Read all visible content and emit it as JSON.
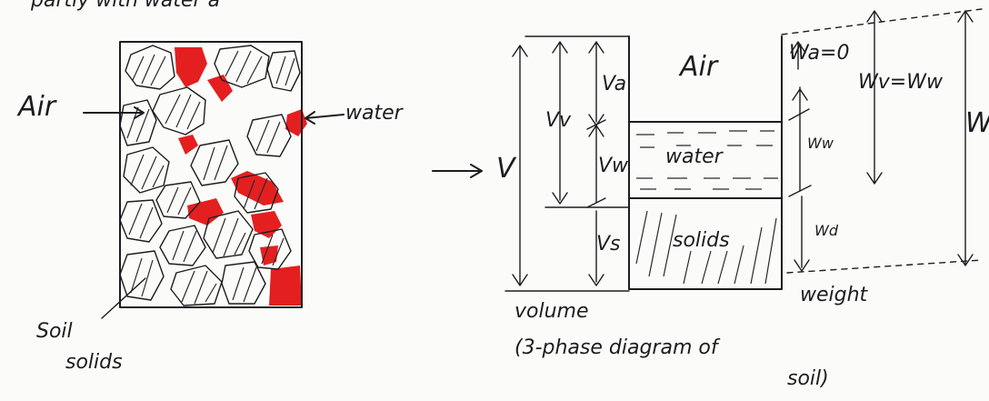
{
  "header_fragment": "partly with water a",
  "soil_figure": {
    "air_label": "Air",
    "water_label": "water",
    "solids_label_line1": "Soil",
    "solids_label_line2": "solids"
  },
  "phase_diagram": {
    "total_volume_symbol": "V",
    "void_volume_symbol": "Vv",
    "air_volume_symbol": "Va",
    "water_volume_symbol": "Vw",
    "solids_volume_symbol": "Vs",
    "air_phase": "Air",
    "water_phase": "water",
    "solids_phase": "solids",
    "air_weight": "Wa=0",
    "void_weight": "Wv=Ww",
    "water_weight": "Ww",
    "solids_weight": "Wd",
    "total_weight": "W",
    "volume_axis": "volume",
    "weight_axis": "weight"
  },
  "caption_line1": "(3-phase diagram of",
  "caption_line2": "soil)",
  "colors": {
    "ink": "#1d1d20",
    "water_fill": "#e41f1f",
    "paper": "#fbfbf9"
  }
}
